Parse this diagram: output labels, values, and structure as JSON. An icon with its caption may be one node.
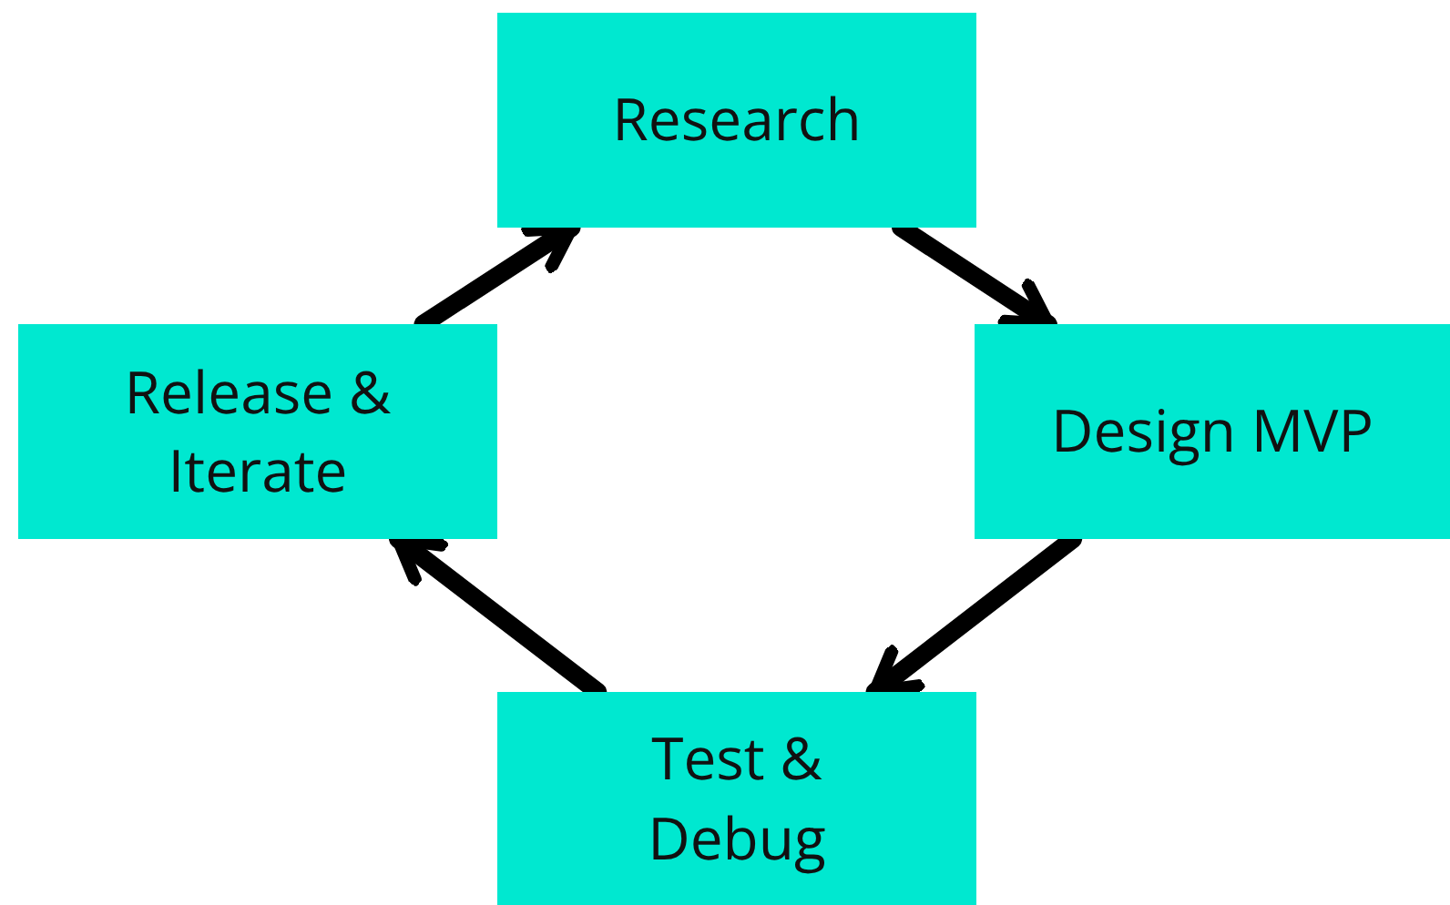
{
  "diagram": {
    "nodes": [
      {
        "text": [
          "Research"
        ]
      },
      {
        "text": [
          "Design MVP"
        ]
      },
      {
        "text": [
          "Test & Debug"
        ]
      },
      {
        "text": [
          "Release & Iterate"
        ]
      }
    ],
    "edges": [
      {
        "from": 0,
        "to": 1,
        "arrow": "to"
      },
      {
        "from": 1,
        "to": 2,
        "arrow": "to"
      },
      {
        "from": 2,
        "to": 3,
        "arrow": "to"
      },
      {
        "from": 3,
        "to": 0,
        "arrow": "to"
      }
    ]
  }
}
